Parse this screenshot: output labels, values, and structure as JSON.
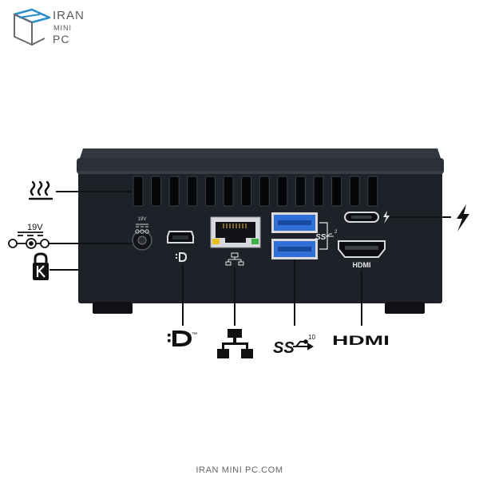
{
  "logo": {
    "line1": "IRAN",
    "line2": "MINI",
    "line3": "PC",
    "icon": "cube-box-icon"
  },
  "labels": {
    "voltage": "19V",
    "dc_small": "19V",
    "thunderbolt_icon": "thunderbolt-icon",
    "usb_port_label": "SS",
    "usb_port_superscript": "2",
    "hdmi_port_label": "HDMI",
    "displayport_tm": "™",
    "usb_legend": "SS",
    "usb_legend_superscript": "10",
    "hdmi_legend": "HDMI"
  },
  "icons": [
    "heat-vent-icon",
    "dc-power-icon",
    "kensington-lock-icon",
    "mini-displayport-icon",
    "ethernet-icon",
    "usb-superspeed-icon",
    "hdmi-icon",
    "thunderbolt-icon"
  ],
  "colors": {
    "case": "#1e2128",
    "case_top": "#2f333b",
    "usb_blue": "#2f6fd6",
    "led_yellow": "#e8c21a",
    "led_green": "#3cb043",
    "line": "#111111",
    "logo_blue": "#2a8cc9"
  },
  "footer": {
    "text": "IRAN MINI PC.COM"
  }
}
